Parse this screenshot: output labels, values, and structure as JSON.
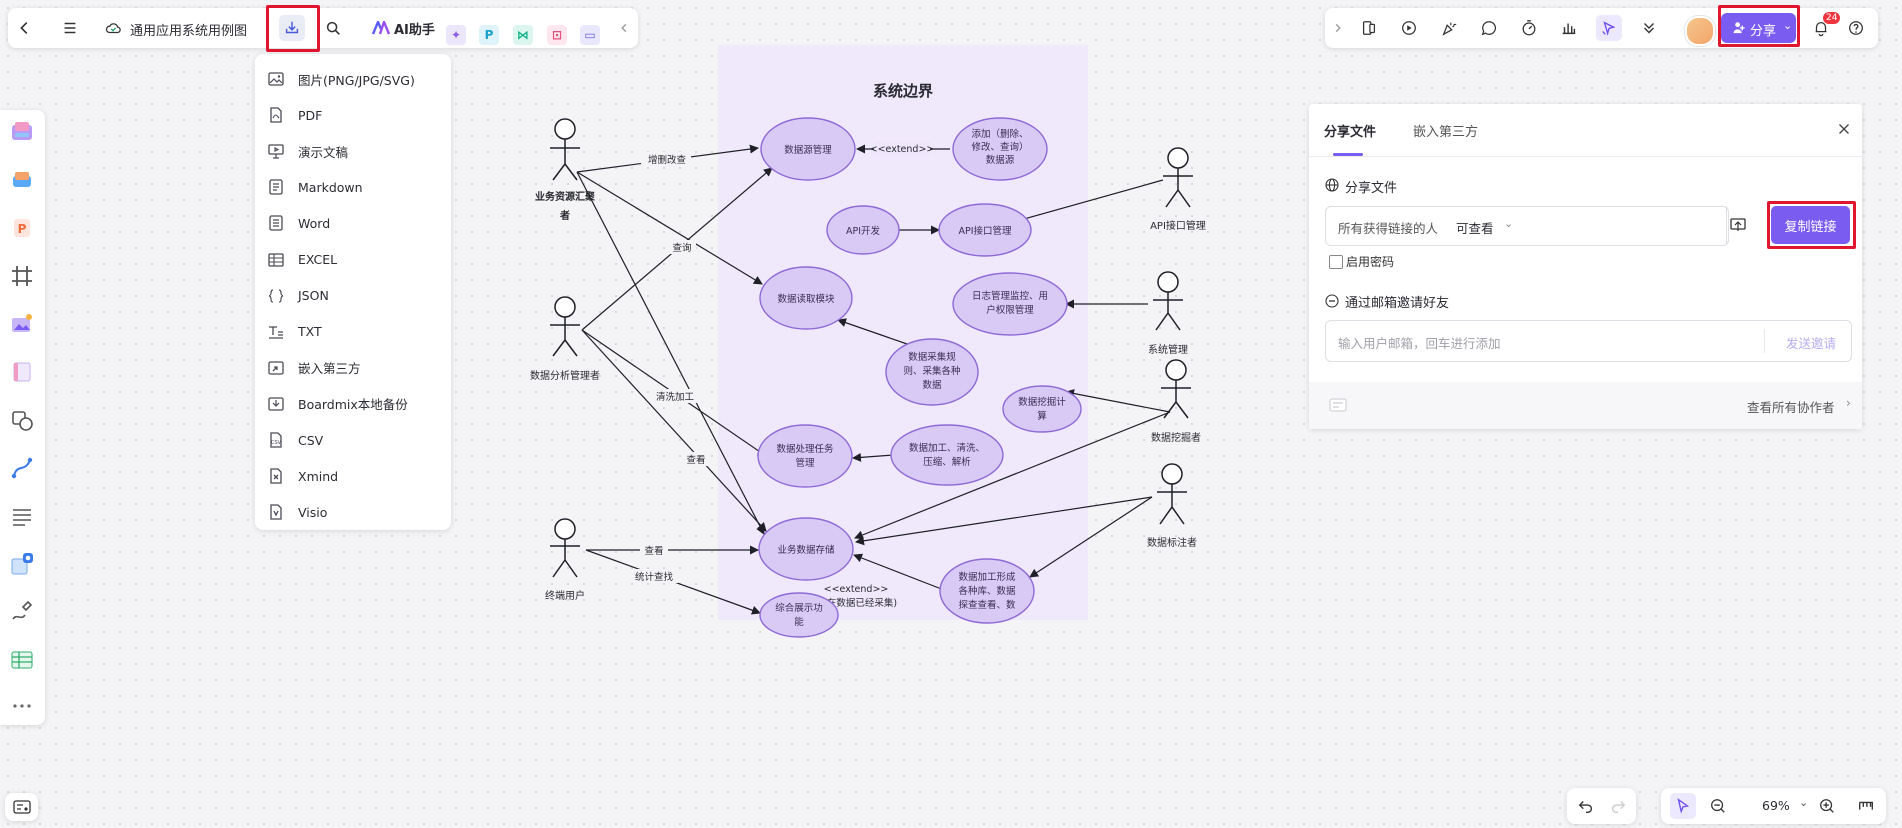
{
  "top_left": {
    "doc_title": "通用应用系统用例图",
    "ai_label": "AI助手"
  },
  "export_menu": {
    "items": [
      {
        "label": "图片(PNG/JPG/SVG)",
        "icon": "image-icon"
      },
      {
        "label": "PDF",
        "icon": "pdf-icon"
      },
      {
        "label": "演示文稿",
        "icon": "presentation-icon"
      },
      {
        "label": "Markdown",
        "icon": "markdown-icon"
      },
      {
        "label": "Word",
        "icon": "word-icon"
      },
      {
        "label": "EXCEL",
        "icon": "excel-icon"
      },
      {
        "label": "JSON",
        "icon": "json-icon"
      },
      {
        "label": "TXT",
        "icon": "txt-icon"
      },
      {
        "label": "嵌入第三方",
        "icon": "embed-icon"
      },
      {
        "label": "Boardmix本地备份",
        "icon": "backup-icon"
      },
      {
        "label": "CSV",
        "icon": "csv-icon"
      },
      {
        "label": "Xmind",
        "icon": "xmind-icon"
      },
      {
        "label": "Visio",
        "icon": "visio-icon"
      }
    ]
  },
  "top_right": {
    "share_label": "分享",
    "notification_count": "24"
  },
  "diagram": {
    "boundary_title": "系统边界",
    "use_cases": {
      "uc1": "数据源管理",
      "uc2": [
        "添加（删除、",
        "修改、查询）",
        "数据源"
      ],
      "uc3": "API开发",
      "uc4": "API接口管理",
      "uc5": "数据读取模块",
      "uc6": [
        "日志管理监控、用",
        "户权限管理"
      ],
      "uc7": [
        "数据采集规",
        "则、采集各种",
        "数据"
      ],
      "uc8": [
        "数据挖掘计",
        "算"
      ],
      "uc9": [
        "数据处理任务",
        "管理"
      ],
      "uc10": [
        "数据加工、清洗、",
        "压缩、解析"
      ],
      "uc11": "业务数据存储",
      "uc12": [
        "数据加工形成",
        "各种库、数据",
        "探查查看、数"
      ],
      "uc13": [
        "综合展示功",
        "能"
      ]
    },
    "actors": {
      "a1": [
        "业务资源汇聚",
        "者"
      ],
      "a2": "数据分析管理者",
      "a3": "终端用户",
      "a4": "API接口管理",
      "a5": "系统管理",
      "a6": "数据挖掘者",
      "a7": "数据标注者"
    },
    "edge_labels": {
      "crud": "增删改查",
      "extend1": "<<extend>>",
      "query": "查询",
      "clean": "清洗加工",
      "view1": "查看",
      "view2": "查看",
      "stats": "统计查找",
      "extend2": "<<extend>>",
      "extend2_note": "在数据已经采集)"
    }
  },
  "share_panel": {
    "tab_share": "分享文件",
    "tab_embed": "嵌入第三方",
    "section_title": "分享文件",
    "link_scope": "所有获得链接的人",
    "link_perm": "可查看",
    "copy_link": "复制链接",
    "password_label": "启用密码",
    "invite_title": "通过邮箱邀请好友",
    "invite_placeholder": "输入用户邮箱，回车进行添加",
    "send_invite": "发送邀请",
    "view_collaborators": "查看所有协作者"
  },
  "bottom_right": {
    "zoom": "69%"
  },
  "colors": {
    "accent": "#7b5cf0",
    "highlight_red": "#e0162e",
    "use_case_fill": "#d9c9f5",
    "boundary_fill": "#efe6fc"
  }
}
